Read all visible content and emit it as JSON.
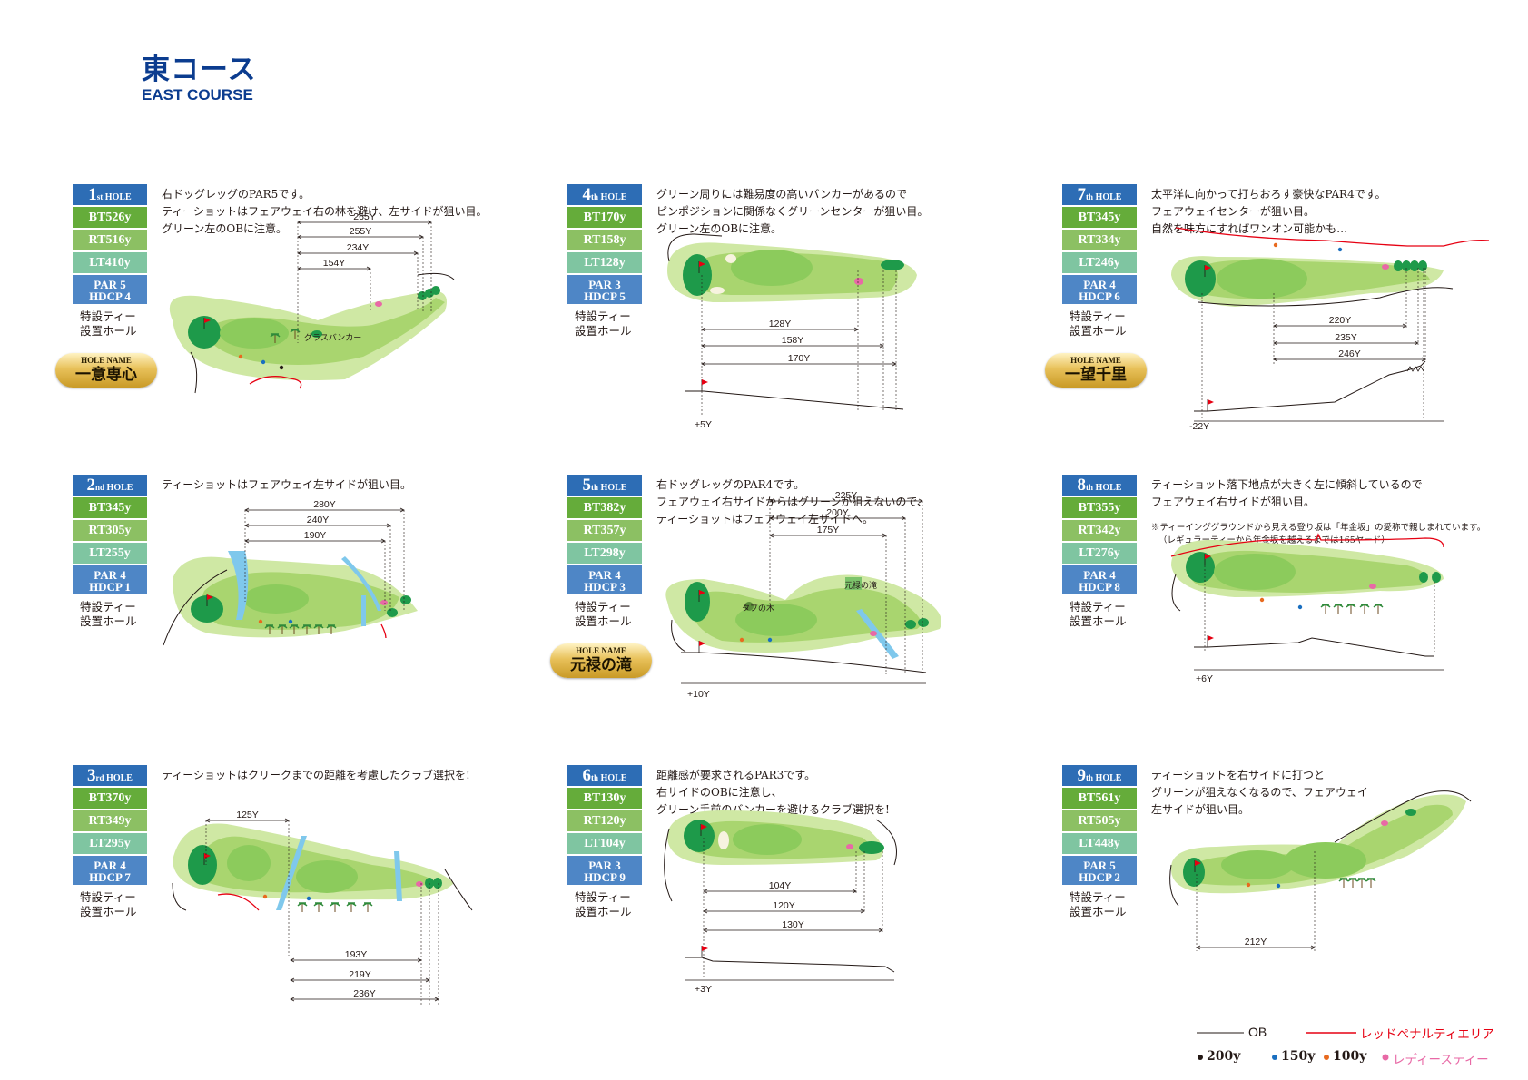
{
  "header": {
    "title_jp": "東コース",
    "title_en": "EAST COURSE"
  },
  "hole_suffix": "HOLE",
  "special_tee_label": "特設ティー\n設置ホール",
  "name_plate_label": "HOLE NAME",
  "holes": [
    {
      "number": "1",
      "ordinal": "st",
      "bt": "BT526y",
      "rt": "RT516y",
      "lt": "LT410y",
      "par": "PAR 5",
      "hdcp": "HDCP 4",
      "hole_name": "一意専心",
      "description": [
        "右ドッグレッグのPAR5です。",
        "ティーショットはフェアウェイ右の林を避け、左サイドが狙い目。",
        "グリーン左のOBに注意。"
      ],
      "distances": [
        "265Y",
        "255Y",
        "234Y",
        "154Y"
      ],
      "elevation": "",
      "feature_labels": [
        "グラスバンカー"
      ]
    },
    {
      "number": "2",
      "ordinal": "nd",
      "bt": "BT345y",
      "rt": "RT305y",
      "lt": "LT255y",
      "par": "PAR 4",
      "hdcp": "HDCP 1",
      "hole_name": "",
      "description": [
        "ティーショットはフェアウェイ左サイドが狙い目。"
      ],
      "distances": [
        "280Y",
        "240Y",
        "190Y"
      ],
      "elevation": "",
      "feature_labels": []
    },
    {
      "number": "3",
      "ordinal": "rd",
      "bt": "BT370y",
      "rt": "RT349y",
      "lt": "LT295y",
      "par": "PAR 4",
      "hdcp": "HDCP 7",
      "hole_name": "",
      "description": [
        "ティーショットはクリークまでの距離を考慮したクラブ選択を!"
      ],
      "distances": [
        "125Y",
        "193Y",
        "219Y",
        "236Y"
      ],
      "elevation": "",
      "feature_labels": []
    },
    {
      "number": "4",
      "ordinal": "th",
      "bt": "BT170y",
      "rt": "RT158y",
      "lt": "LT128y",
      "par": "PAR 3",
      "hdcp": "HDCP 5",
      "hole_name": "",
      "description": [
        "グリーン周りには難易度の高いバンカーがあるので",
        "ピンポジションに関係なくグリーンセンターが狙い目。",
        "グリーン左のOBに注意。"
      ],
      "distances": [
        "128Y",
        "158Y",
        "170Y"
      ],
      "elevation": "+5Y",
      "feature_labels": []
    },
    {
      "number": "5",
      "ordinal": "th",
      "bt": "BT382y",
      "rt": "RT357y",
      "lt": "LT298y",
      "par": "PAR 4",
      "hdcp": "HDCP 3",
      "hole_name": "元禄の滝",
      "description": [
        "右ドッグレッグのPAR4です。",
        "フェアウェイ右サイドからはグリーンが狙えないので、",
        "ティーショットはフェアウェイ左サイドへ。"
      ],
      "distances": [
        "225Y",
        "200Y",
        "175Y"
      ],
      "elevation": "+10Y",
      "feature_labels": [
        "タブの木",
        "元禄の滝"
      ]
    },
    {
      "number": "6",
      "ordinal": "th",
      "bt": "BT130y",
      "rt": "RT120y",
      "lt": "LT104y",
      "par": "PAR 3",
      "hdcp": "HDCP 9",
      "hole_name": "",
      "description": [
        "距離感が要求されるPAR3です。",
        "右サイドのOBに注意し、",
        "グリーン手前のバンカーを避けるクラブ選択を!"
      ],
      "distances": [
        "104Y",
        "120Y",
        "130Y"
      ],
      "elevation": "+3Y",
      "feature_labels": []
    },
    {
      "number": "7",
      "ordinal": "th",
      "bt": "BT345y",
      "rt": "RT334y",
      "lt": "LT246y",
      "par": "PAR 4",
      "hdcp": "HDCP 6",
      "hole_name": "一望千里",
      "description": [
        "太平洋に向かって打ちおろす豪快なPAR4です。",
        "フェアウェイセンターが狙い目。",
        "自然を味方にすればワンオン可能かも…"
      ],
      "distances": [
        "220Y",
        "235Y",
        "246Y"
      ],
      "elevation": "-22Y",
      "feature_labels": []
    },
    {
      "number": "8",
      "ordinal": "th",
      "bt": "BT355y",
      "rt": "RT342y",
      "lt": "LT276y",
      "par": "PAR 4",
      "hdcp": "HDCP 8",
      "hole_name": "",
      "description": [
        "ティーショット落下地点が大きく左に傾斜しているので",
        "フェアウェイ右サイドが狙い目。"
      ],
      "note": [
        "※ティーインググラウンドから見える登り坂は「年金坂」の愛称で親しまれています。",
        "（レギュラーティーから年金坂を越えるまでは165ヤード）"
      ],
      "distances": [],
      "elevation": "+6Y",
      "feature_labels": []
    },
    {
      "number": "9",
      "ordinal": "th",
      "bt": "BT561y",
      "rt": "RT505y",
      "lt": "LT448y",
      "par": "PAR 5",
      "hdcp": "HDCP 2",
      "hole_name": "",
      "description": [
        "ティーショットを右サイドに打つと",
        "グリーンが狙えなくなるので、フェアウェイ",
        "左サイドが狙い目。"
      ],
      "distances": [
        "212Y"
      ],
      "elevation": "",
      "feature_labels": []
    }
  ],
  "legend": {
    "ob": "OB",
    "red_penalty": "レッドペナルティエリア",
    "y200": "200y",
    "y150": "150y",
    "y100": "100y",
    "ladies": "レディースティー"
  },
  "colors": {
    "hole_badge": "#2d6db5",
    "bt": "#65ac3a",
    "rt": "#8cc063",
    "lt": "#7fc5a1",
    "par": "#4e86c6",
    "fairway_light": "#c9e59a",
    "fairway": "#a8d46f",
    "green": "#1e9a4a",
    "water": "#7fc8ec",
    "ob_red": "#e60012",
    "ladies": "#e869a6",
    "marker_200": "#231815",
    "marker_150": "#1a6fc0",
    "marker_100": "#e86a1f"
  }
}
